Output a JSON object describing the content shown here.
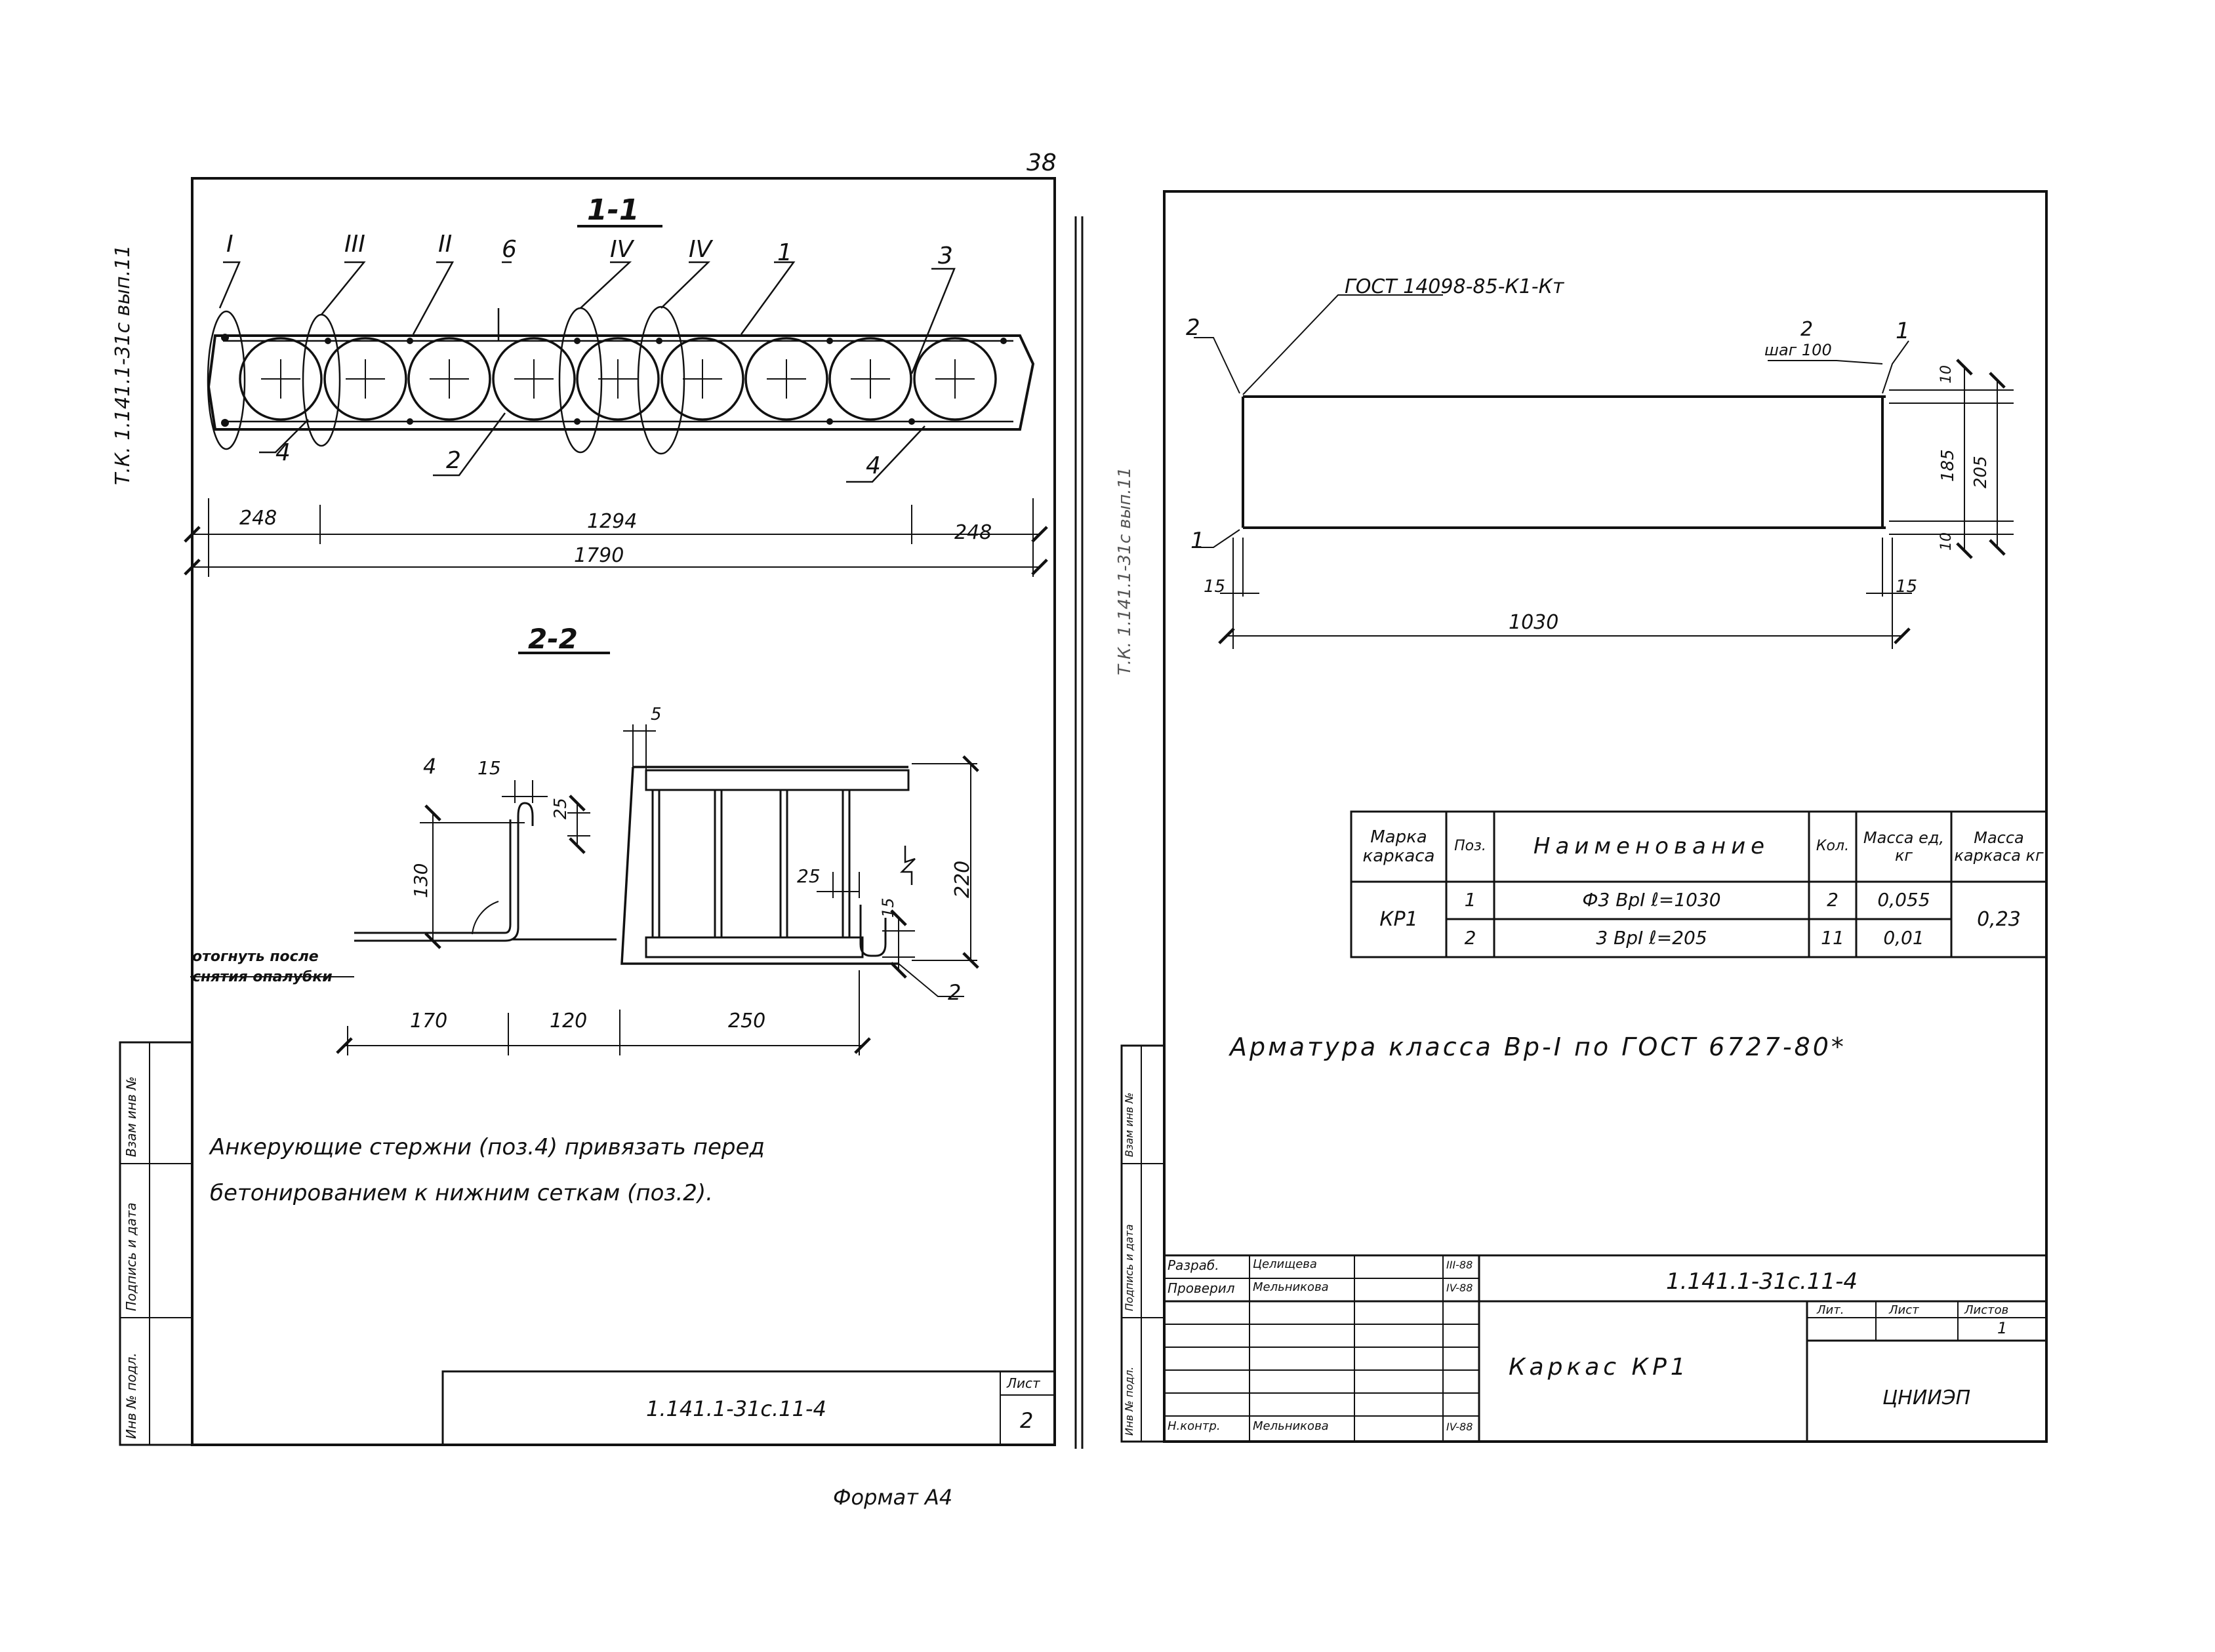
{
  "page_number": "38",
  "left_sheet": {
    "side_code": "Т.К. 1.141.1-31с вып.11",
    "section_1_title": "1-1",
    "section_2_title": "2-2",
    "callouts_top": [
      "I",
      "III",
      "II",
      "6",
      "IV",
      "IV",
      "1",
      "3"
    ],
    "callouts_bottom": [
      "4",
      "2",
      "4"
    ],
    "dim_left": "248",
    "dim_mid": "1294",
    "dim_right": "248",
    "dim_total": "1790",
    "s2_labels": {
      "pos4": "4",
      "d15": "15",
      "d25": "25",
      "d130": "130",
      "d5": "5",
      "d220": "220",
      "d25b": "25",
      "d15b": "15",
      "pos2": "2",
      "bend_note_1": "отогнуть после",
      "bend_note_2": "снятия опалубки",
      "dim_170": "170",
      "dim_120": "120",
      "dim_250": "250"
    },
    "note_line_1": "Анкерующие стержни (поз.4) привязать перед",
    "note_line_2": "бетонированием к нижним сеткам (поз.2).",
    "side_stamp": [
      "Инв № подл.",
      "Подпись и дата",
      "Взам инв №"
    ],
    "stamp_code": "1.141.1-31с.11-4",
    "sheet_label": "Лист",
    "sheet_no": "2"
  },
  "right_sheet": {
    "side_code": "Т.К. 1.141.1-31с вып.11",
    "gost_weld": "ГОСТ 14098-85-К1-Кт",
    "pos_2_left": "2",
    "pos_2_right": "2",
    "step_note": "шаг 100",
    "pos_1_right": "1",
    "pos_1_left": "1",
    "dim_10_top": "10",
    "dim_185": "185",
    "dim_205": "205",
    "dim_10_bottom": "10",
    "dim_15_left": "15",
    "dim_15_right": "15",
    "dim_1030": "1030",
    "spec_headers": [
      "Марка каркаса",
      "Поз.",
      "Наименование",
      "Кол.",
      "Масса ед, кг",
      "Масса каркаса кг"
    ],
    "spec_mark": "КР1",
    "spec_rows": [
      {
        "pos": "1",
        "name": "Ф3 ВрI ℓ=1030",
        "qty": "2",
        "mass": "0,055"
      },
      {
        "pos": "2",
        "name": "3 ВрI ℓ=205",
        "qty": "11",
        "mass": "0,01"
      }
    ],
    "spec_total": "0,23",
    "rebar_note": "Арматура класса Вр-I по ГОСТ 6727-80*",
    "side_stamp": [
      "Инв № подл.",
      "Подпись и дата",
      "Взам инв №"
    ],
    "title_block": {
      "rows": [
        {
          "role": "Разраб.",
          "name": "Целищева",
          "date": "III-88"
        },
        {
          "role": "Проверил",
          "name": "Мельникова",
          "date": "IV-88"
        },
        {
          "role": "Н.контр.",
          "name": "Мельникова",
          "date": "IV-88"
        }
      ],
      "code": "1.141.1-31с.11-4",
      "title": "Каркас КР1",
      "col_stage": "Лит.",
      "col_sheet": "Лист",
      "col_sheets": "Листов",
      "sheets_value": "1",
      "org": "ЦНИИЭП"
    }
  },
  "format_label": "Формат А4"
}
